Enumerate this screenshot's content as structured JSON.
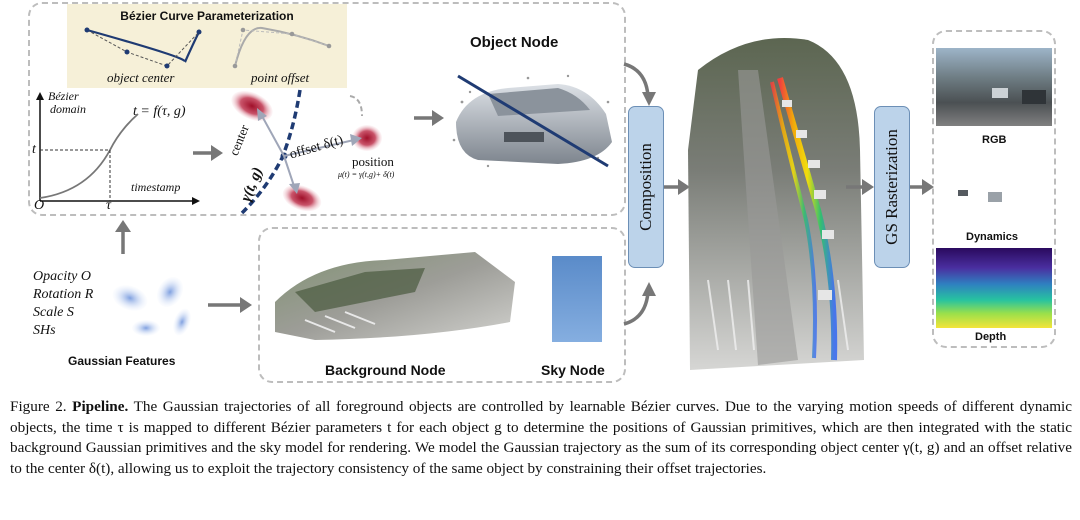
{
  "bezier_panel": {
    "title": "Bézier Curve Parameterization",
    "label_center": "object center",
    "label_offset": "point offset"
  },
  "domain_plot": {
    "y_label_line1": "Bézier",
    "y_label_line2": "domain",
    "equation": "t = f(τ, g)",
    "t_tick": "t",
    "tau_tick": "τ",
    "origin": "O",
    "x_label": "timestamp"
  },
  "gaussian_diagram": {
    "center_label": "center",
    "center_math": "γ(t, g)",
    "offset_label": "offset δ(t)",
    "position_label": "position",
    "position_math": "μ(t) = γ(t,g)+ δ(t)"
  },
  "object_node": {
    "title": "Object Node"
  },
  "gaussian_features": {
    "items": [
      "Opacity O",
      "Rotation R",
      "Scale S",
      "SHs"
    ],
    "title": "Gaussian Features"
  },
  "background_node": {
    "title": "Background Node"
  },
  "sky_node": {
    "title": "Sky Node"
  },
  "composition": {
    "label": "Composition"
  },
  "rasterization": {
    "label": "GS Rasterization"
  },
  "outputs": {
    "rgb": "RGB",
    "dynamics": "Dynamics",
    "depth": "Depth"
  },
  "caption": {
    "prefix": "Figure 2. ",
    "bold": "Pipeline.",
    "body": " The Gaussian trajectories of all foreground objects are controlled by learnable Bézier curves. Due to the varying motion speeds of different dynamic objects, the time τ is mapped to different Bézier parameters t for each object g to determine the positions of Gaussian primitives, which are then integrated with the static background Gaussian primitives and the sky model for rendering. We model the Gaussian trajectory as the sum of its corresponding object center γ(t, g) and an offset relative to the center δ(t), allowing us to exploit the trajectory consistency of the same object by constraining their offset trajectories."
  },
  "colors": {
    "accent_box": "#bcd3ea",
    "gaussian_red": "#b0203a",
    "gaussian_blue": "#9ab6e6",
    "bezier_panel_bg": "#f6f0d8"
  }
}
